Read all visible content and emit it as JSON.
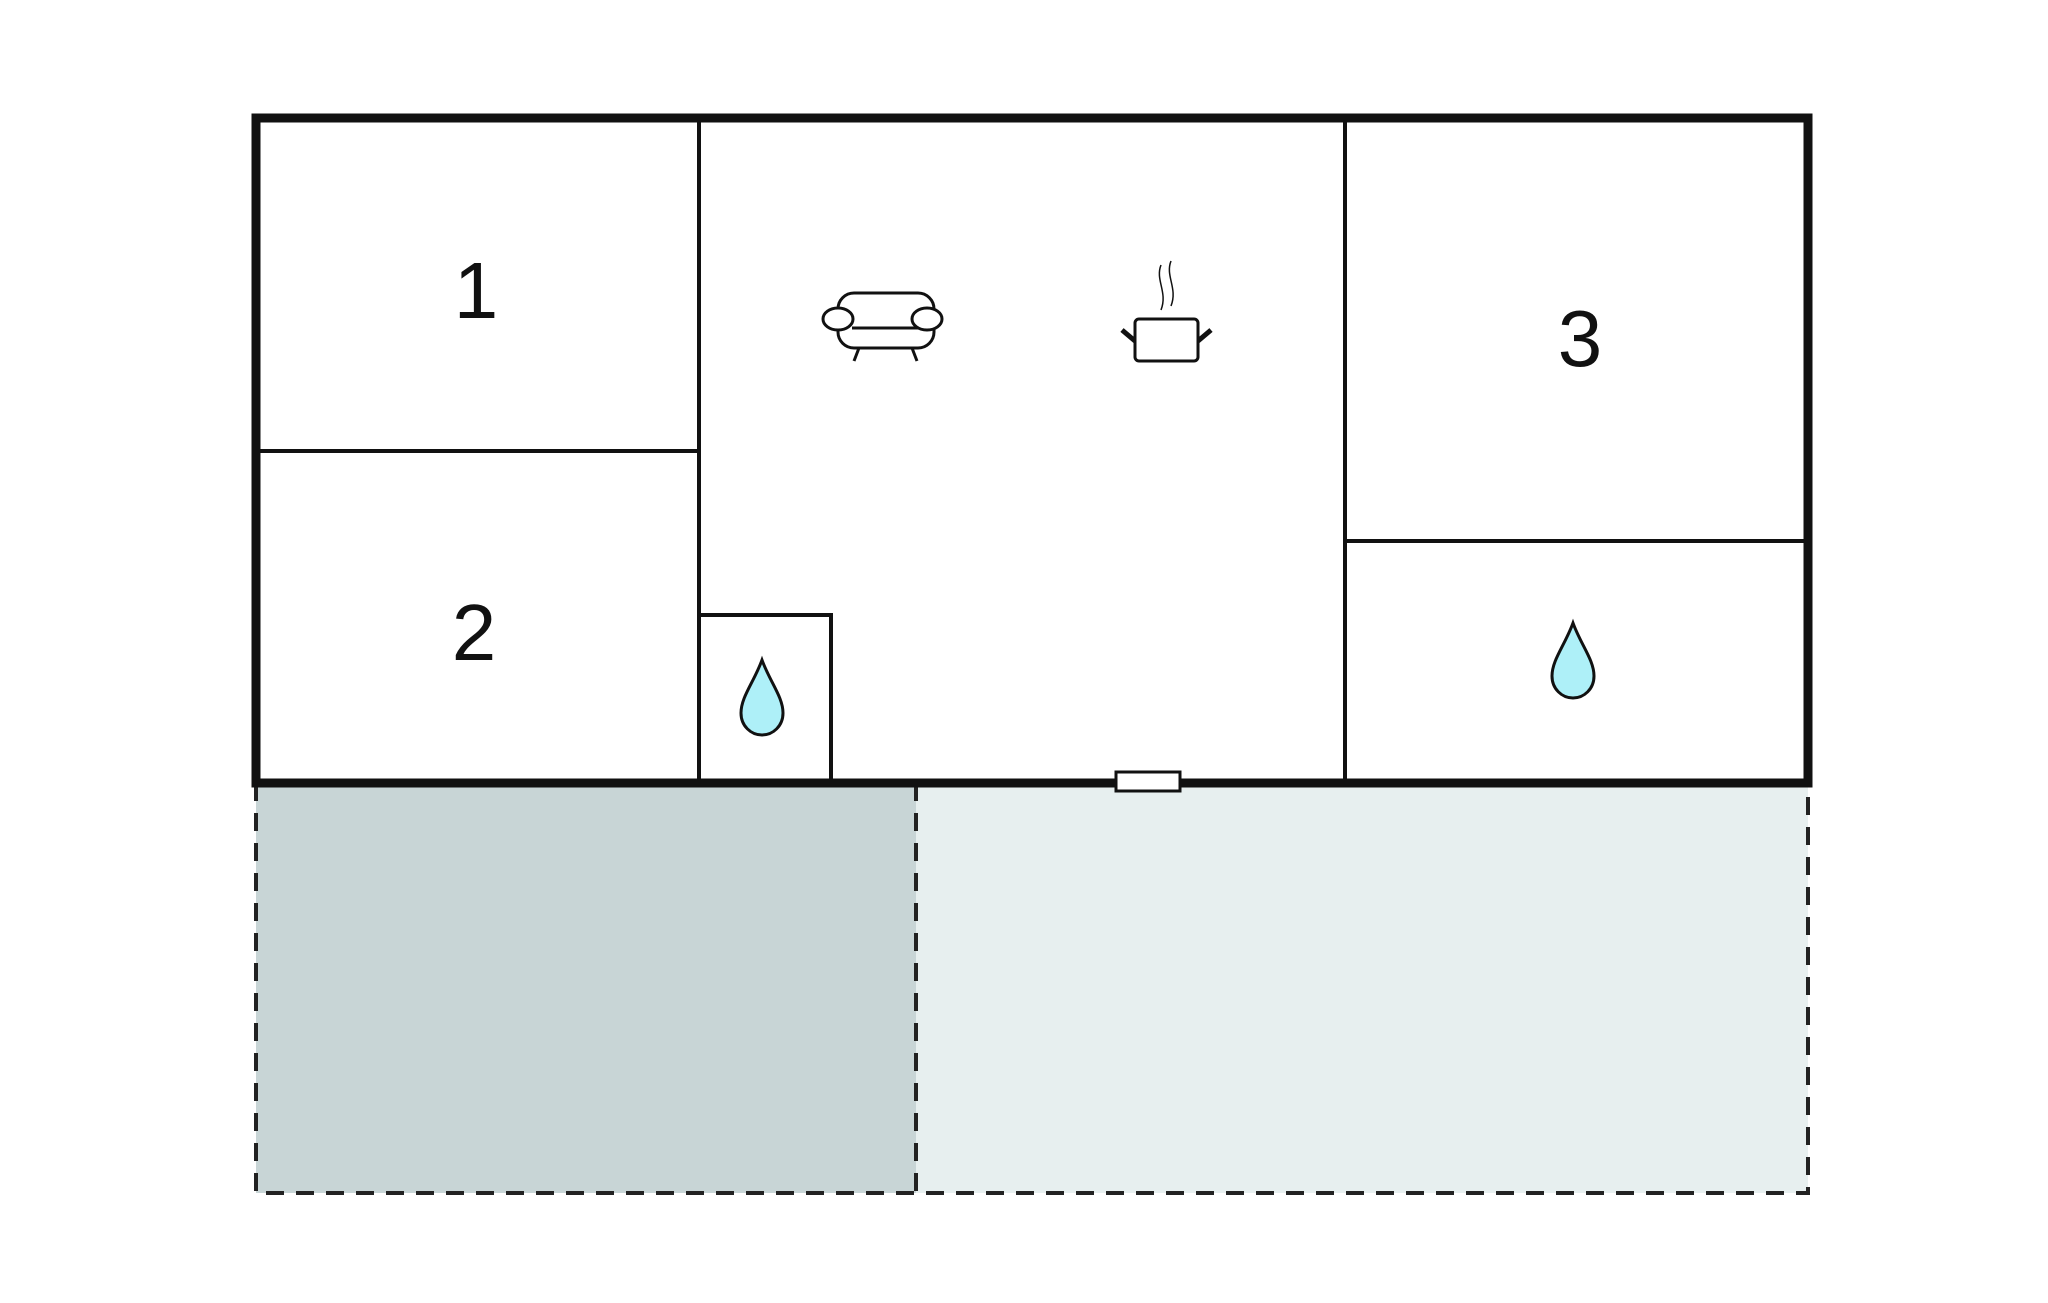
{
  "rooms": [
    {
      "id": "bedroom-1",
      "label": "1"
    },
    {
      "id": "bedroom-2",
      "label": "2"
    },
    {
      "id": "bedroom-3",
      "label": "3"
    }
  ],
  "icons": {
    "living_room": "sofa-icon",
    "kitchen": "cooking-pot-icon",
    "bathroom": "water-drop-icon"
  },
  "colors": {
    "walls": "#111111",
    "water_drop": "#aef0f8",
    "covered_terrace": "#c8d5d6",
    "open_terrace": "#e7efef",
    "background": "#ffffff"
  }
}
